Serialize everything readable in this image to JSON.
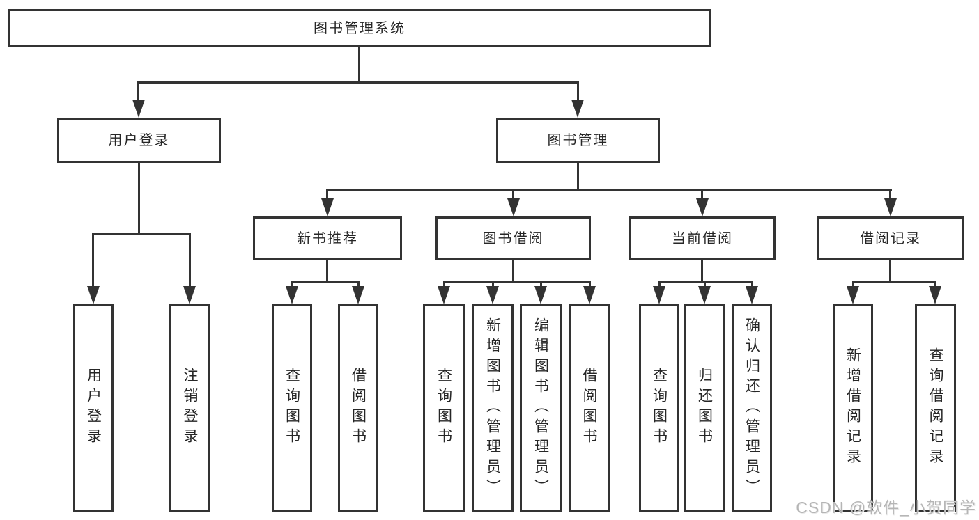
{
  "diagram": {
    "root": {
      "label": "图书管理系统"
    },
    "level2": [
      {
        "label": "用户登录",
        "children": [
          {
            "label": "用户登录"
          },
          {
            "label": "注销登录"
          }
        ]
      },
      {
        "label": "图书管理",
        "children": [
          {
            "label": "新书推荐",
            "children": [
              {
                "label": "查询图书"
              },
              {
                "label": "借阅图书"
              }
            ]
          },
          {
            "label": "图书借阅",
            "children": [
              {
                "label": "查询图书"
              },
              {
                "label": "新增图书（管理员）"
              },
              {
                "label": "编辑图书（管理员）"
              },
              {
                "label": "借阅图书"
              }
            ]
          },
          {
            "label": "当前借阅",
            "children": [
              {
                "label": "查询图书"
              },
              {
                "label": "归还图书"
              },
              {
                "label": "确认归还（管理员）"
              }
            ]
          },
          {
            "label": "借阅记录",
            "children": [
              {
                "label": "新增借阅记录"
              },
              {
                "label": "查询借阅记录"
              }
            ]
          }
        ]
      }
    ]
  },
  "watermark": {
    "text": "CSDN @软件_小贺同学"
  },
  "colors": {
    "line": "#333333",
    "box_border": "#333333",
    "text": "#262626",
    "background": "#ffffff",
    "watermark": "#b5b5b5"
  }
}
